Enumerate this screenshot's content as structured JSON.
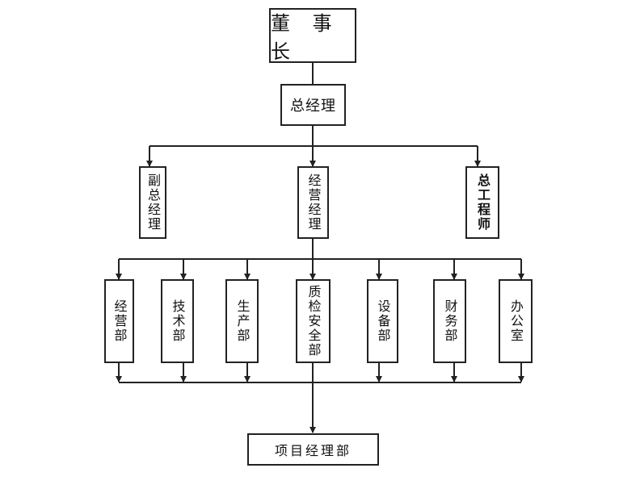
{
  "org_chart": {
    "chairman": "董 事 长",
    "general_manager": "总经理",
    "level2": {
      "deputy_gm": "副总经理",
      "business_manager": "经营经理",
      "chief_engineer": "总工程师"
    },
    "departments": [
      "经营部",
      "技术部",
      "生产部",
      "质检安全部",
      "设备部",
      "财务部",
      "办公室"
    ],
    "project_dept": "项目经理部"
  }
}
